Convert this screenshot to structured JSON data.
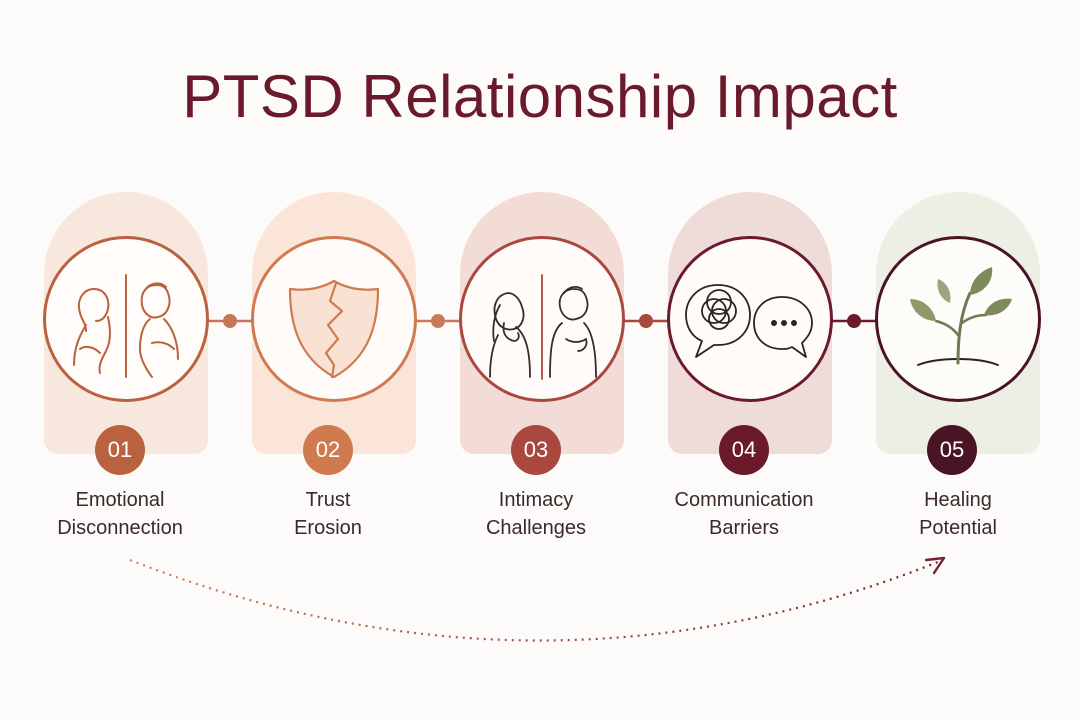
{
  "title": "PTSD Relationship Impact",
  "steps": [
    {
      "number": "01",
      "line1": "Emotional",
      "line2": "Disconnection",
      "icon": "separated-couple-icon",
      "color": "#b8623f",
      "tint": "#f7e7dd"
    },
    {
      "number": "02",
      "line1": "Trust",
      "line2": "Erosion",
      "icon": "cracked-shield-icon",
      "color": "#cf7a4f",
      "tint": "#fbe5d8"
    },
    {
      "number": "03",
      "line1": "Intimacy",
      "line2": "Challenges",
      "icon": "turned-away-couple-icon",
      "color": "#a8483f",
      "tint": "#f3dcd6"
    },
    {
      "number": "04",
      "line1": "Communication",
      "line2": "Barriers",
      "icon": "speech-bubbles-icon",
      "color": "#6b1a2c",
      "tint": "#efdcd9"
    },
    {
      "number": "05",
      "line1": "Healing",
      "line2": "Potential",
      "icon": "sprout-icon",
      "color": "#4a1424",
      "tint": "#edeee4"
    }
  ]
}
